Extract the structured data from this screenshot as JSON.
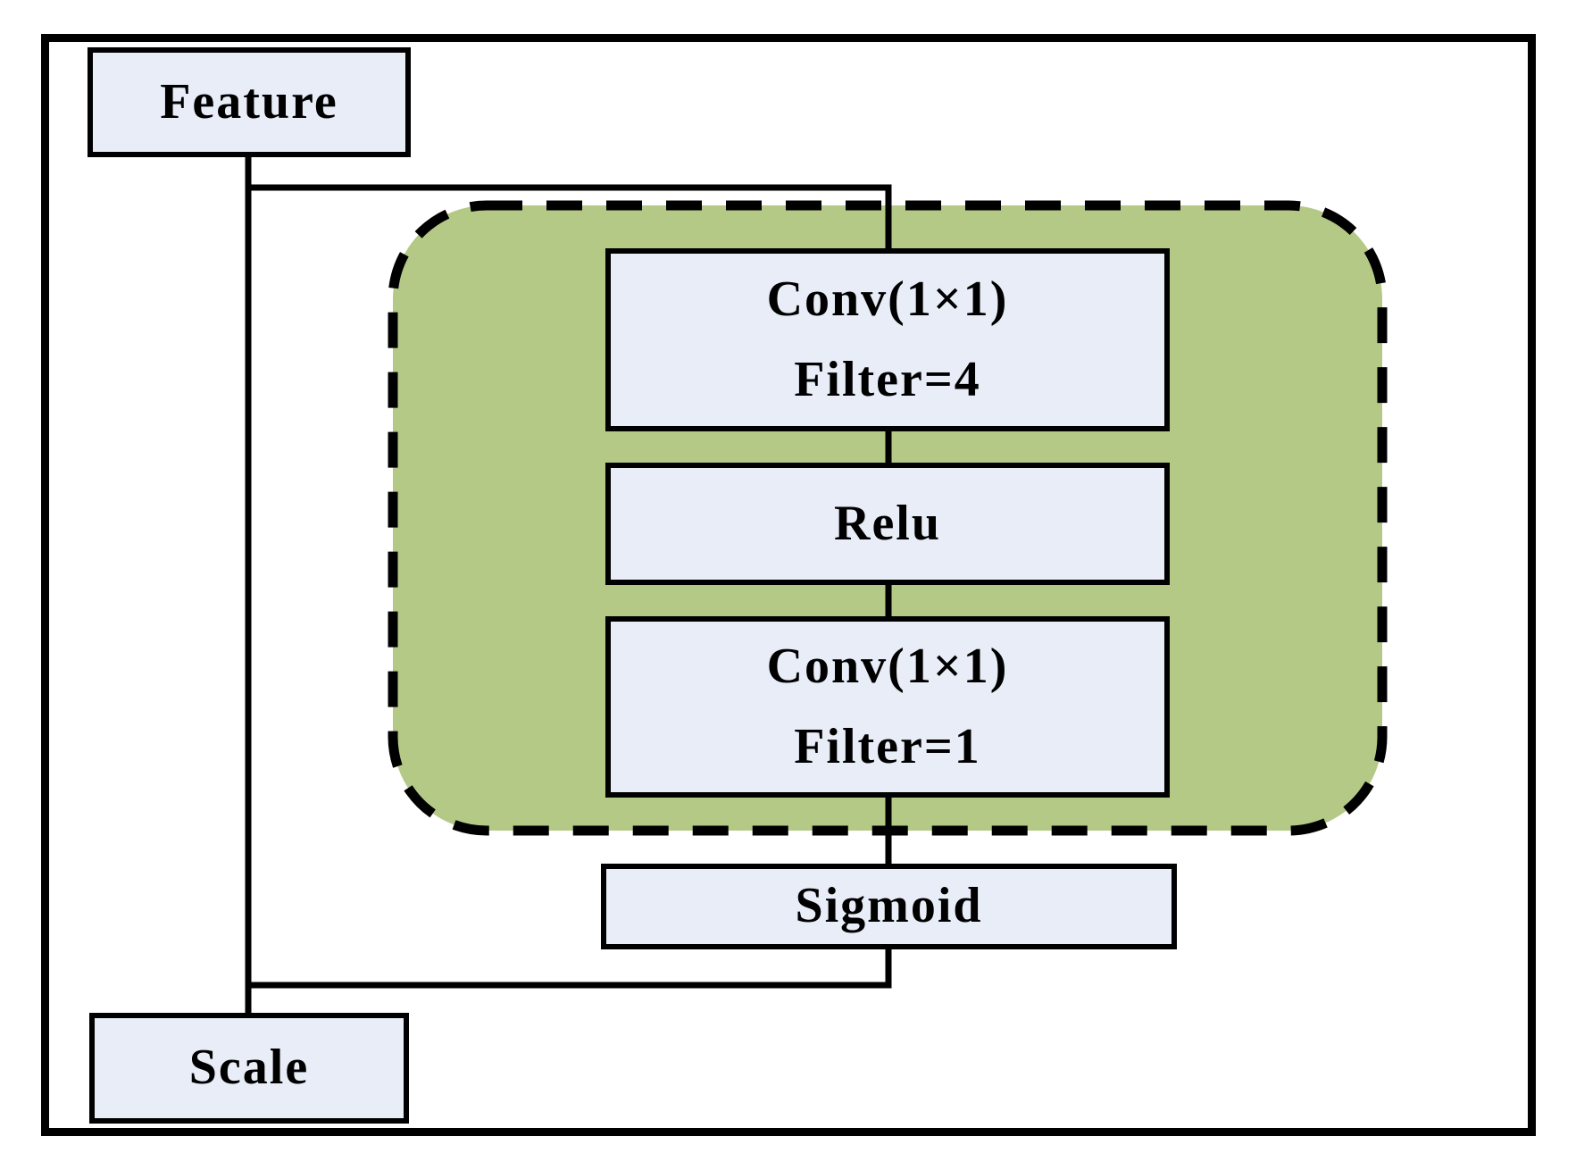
{
  "diagram": {
    "nodes": {
      "feature": {
        "label": "Feature"
      },
      "conv_a": {
        "line1": "Conv(1×1)",
        "line2": "Filter=4"
      },
      "relu": {
        "label": "Relu"
      },
      "conv_b": {
        "line1": "Conv(1×1)",
        "line2": "Filter=1"
      },
      "sigmoid": {
        "label": "Sigmoid"
      },
      "scale": {
        "label": "Scale"
      }
    }
  },
  "colors": {
    "node-fill": "#e8edf8",
    "group-fill": "#b5c987",
    "line-color": "#000000"
  }
}
